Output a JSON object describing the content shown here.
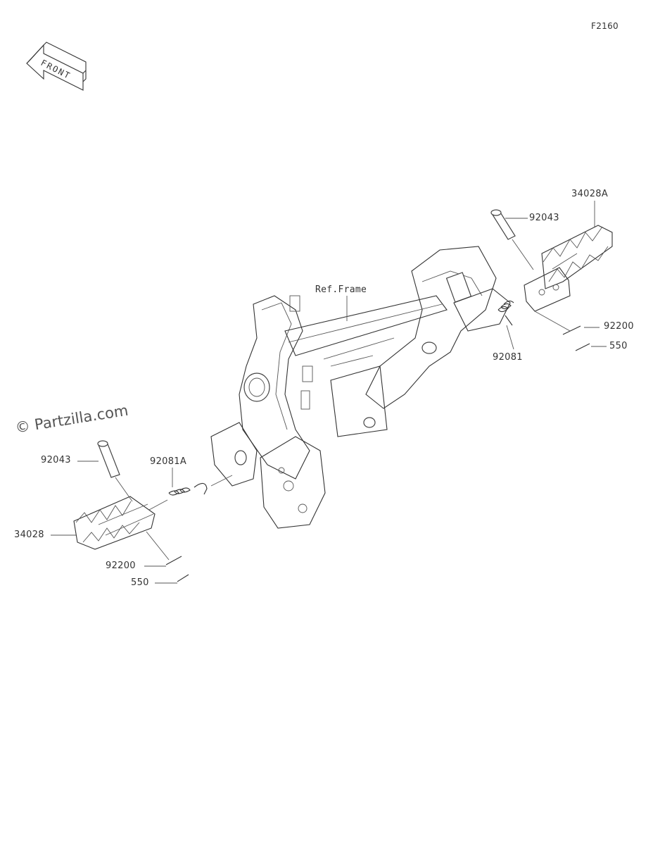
{
  "figure_code": "F2160",
  "front_arrow_label": "FRONT",
  "watermark": "© Partzilla.com",
  "ref_label": "Ref.Frame",
  "callouts": {
    "right_footpeg": "34028A",
    "right_pin": "92043",
    "right_spring": "92081",
    "right_washer": "92200",
    "right_cotter": "550",
    "left_pin": "92043",
    "left_spring": "92081A",
    "left_footpeg": "34028",
    "left_washer": "92200",
    "left_cotter": "550"
  },
  "icons": {
    "front": "front-arrow-icon"
  }
}
